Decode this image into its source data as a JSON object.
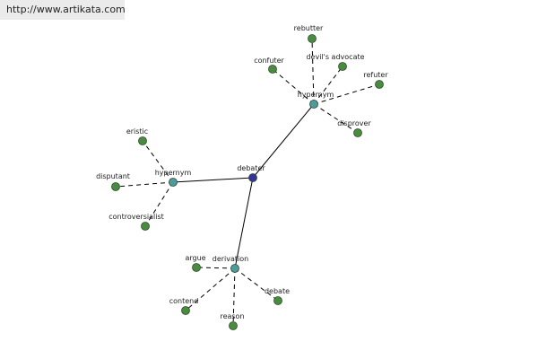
{
  "site_url": "http://www.artikata.com",
  "colors": {
    "center_node": "#333399",
    "relation_node": "#4e9b9b",
    "leaf_node": "#4a8c3f",
    "node_stroke": "#2d4a2d",
    "edge": "#000000",
    "text": "#222222"
  },
  "graph": {
    "center": {
      "id": "debater",
      "label": "debater",
      "kind": "center"
    },
    "relations": [
      {
        "id": "hypernym-right",
        "label": "hypernym",
        "leaves": [
          {
            "id": "rebutter",
            "label": "rebutter"
          },
          {
            "id": "confuter",
            "label": "confuter"
          },
          {
            "id": "devils-advocate",
            "label": "devil's advocate"
          },
          {
            "id": "refuter",
            "label": "refuter"
          },
          {
            "id": "disprover",
            "label": "disprover"
          }
        ]
      },
      {
        "id": "hypernym-left",
        "label": "hypernym",
        "leaves": [
          {
            "id": "eristic",
            "label": "eristic"
          },
          {
            "id": "disputant",
            "label": "disputant"
          },
          {
            "id": "controversialist",
            "label": "controversialist"
          }
        ]
      },
      {
        "id": "derivation",
        "label": "derivation",
        "leaves": [
          {
            "id": "argue",
            "label": "argue"
          },
          {
            "id": "contend",
            "label": "contend"
          },
          {
            "id": "reason",
            "label": "reason"
          },
          {
            "id": "debate",
            "label": "debate"
          }
        ]
      }
    ]
  }
}
